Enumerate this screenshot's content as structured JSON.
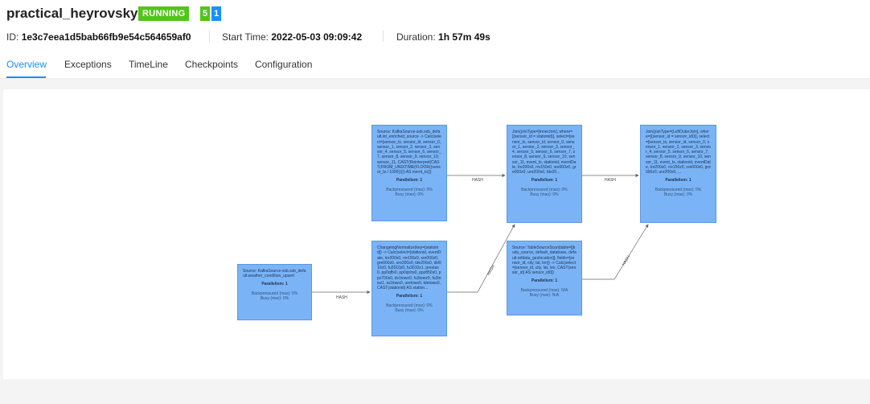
{
  "job": {
    "name": "practical_heyrovsky",
    "status": "RUNNING",
    "task_counts": [
      "5",
      "1"
    ],
    "colors": {
      "running": "#52c41a",
      "accent": "#1890ff",
      "node": "#7ab4f6"
    }
  },
  "meta": {
    "id_label": "ID:",
    "id_value": "1e3c7eea1d5bab66fb9e54c564659af0",
    "start_label": "Start Time:",
    "start_value": "2022-05-03 09:09:42",
    "duration_label": "Duration:",
    "duration_value": "1h 57m 49s"
  },
  "tabs": [
    {
      "label": "Overview",
      "active": true
    },
    {
      "label": "Exceptions",
      "active": false
    },
    {
      "label": "TimeLine",
      "active": false
    },
    {
      "label": "Checkpoints",
      "active": false
    },
    {
      "label": "Configuration",
      "active": false
    }
  ],
  "nodes": [
    {
      "description": "Source: KafkaSource-ssb.ssb_default.weather_condition_upsert",
      "parallelism": "Parallelism: 1",
      "backpressure": "Backpressured (max): 0%",
      "busy": "Busy (max): 0%"
    },
    {
      "description": "Source: KafkaSource-ssb.ssb_default.iot_enriched_source -> Calc(select=[sensor_ts, sensor_id, sensor_0, sensor_1, sensor_2, sensor_3, sensor_4, sensor_5, sensor_6, sensor_7, sensor_8, sensor_9, sensor_10, sensor_11, CAST(Reinterpret(CAST(FROM_UNIXTIME(FLOOR((sensor_ts / 1000))))) AS event_ts)])",
      "parallelism": "Parallelism: 1",
      "backpressure": "Backpressured (max): 0%",
      "busy": "Busy (max): 0%"
    },
    {
      "description": "ChangelogNormalize(key=[stationid]) -> Calc(select=[stationid, eventDate, tre200s0, rre150z0, sre000z0, gre000z0, ure200s0, tde200s0, dkl010z0, fu3010z0, fu3010z1, prestas0, pp0qffs0, pp0qnhs0, ppz850s0, ppz700s0, dv1towz0, fu3towz0, fu3towz1, ta1tows0, uretows0, tdetows0, CAST(stationid) AS station...",
      "parallelism": "Parallelism: 1",
      "backpressure": "Backpressured (max): 0%",
      "busy": "Busy (max): 0%"
    },
    {
      "description": "Join(joinType=[InnerJoin], where=[(sensor_id = stationid)], select=[sensor_ts, sensor_id, sensor_0, sensor_1, sensor_2, sensor_3, sensor_4, sensor_5, sensor_6, sensor_7, sensor_8, sensor_9, sensor_10, sensor_11, event_ts, stationid, eventDate, tre200s0, rre150z0, sre000z0, gre000z0, ure200s0, tde20...",
      "parallelism": "Parallelism: 1",
      "backpressure": "Backpressured (max): 0%",
      "busy": "Busy (max): 0%"
    },
    {
      "description": "Source: TableSourceScan(table=[[kudu_source, default_database, default.refdata_geolocation]], fields=[sensor_id, city, lat, lon]) -> Calc(select=[sensor_id, city, lat, lon, CAST(sensor_id) AS sensor_id0])",
      "parallelism": "Parallelism: 1",
      "backpressure": "Backpressured (max): N/A",
      "busy": "Busy (max): N/A"
    },
    {
      "description": "Join(joinType=[LeftOuterJoin], where=[(sensor_id = sensor_id0)], select=[sensor_ts, sensor_id, sensor_0, sensor_1, sensor_2, sensor_3, sensor_4, sensor_5, sensor_6, sensor_7, sensor_8, sensor_9, sensor_10, sensor_11, event_ts, stationid, eventDate, tre200s0, rre150z0, sre000z0, gre000z0, ure200s0, ...",
      "parallelism": "Parallelism: 1",
      "backpressure": "Backpressured (max): 0%",
      "busy": "Busy (max): 0%"
    }
  ],
  "edges": [
    {
      "from": "weather-source",
      "to": "changelog-normalize",
      "label": "HASH"
    },
    {
      "from": "iot-source",
      "to": "inner-join",
      "label": "HASH"
    },
    {
      "from": "changelog-normalize",
      "to": "inner-join",
      "label": "HASH"
    },
    {
      "from": "inner-join",
      "to": "left-outer-join",
      "label": "HASH"
    },
    {
      "from": "table-source-scan",
      "to": "left-outer-join",
      "label": "HASH"
    }
  ]
}
